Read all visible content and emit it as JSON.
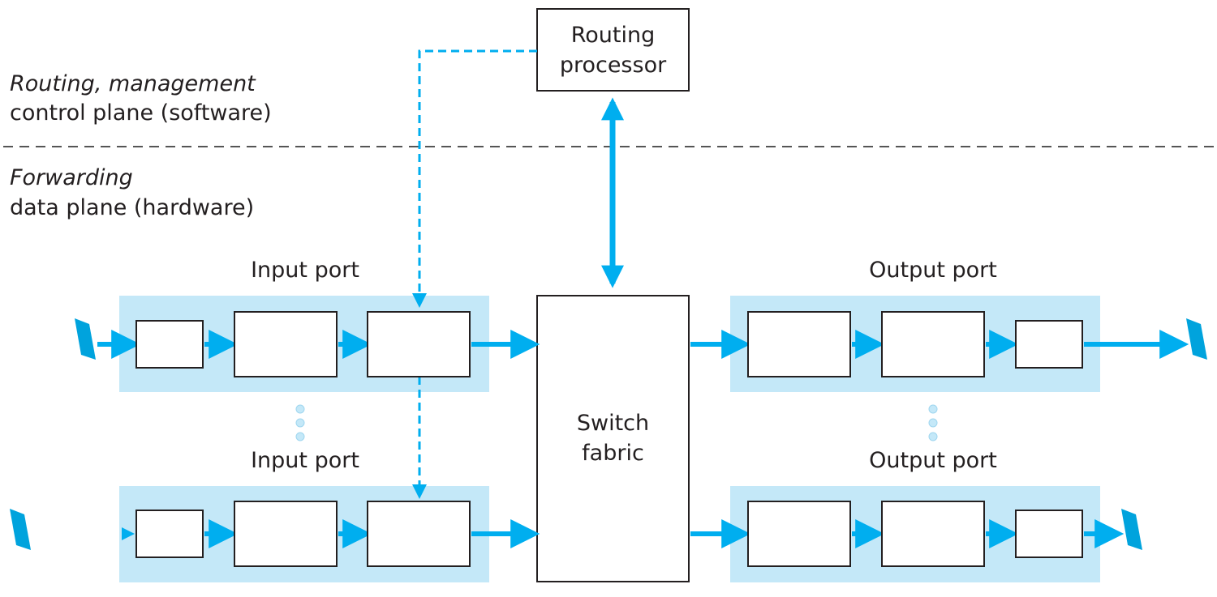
{
  "control_plane": {
    "title": "Routing, management",
    "subtitle": "control plane (software)"
  },
  "data_plane": {
    "title": "Forwarding",
    "subtitle": "data plane (hardware)"
  },
  "routing_processor": {
    "line1": "Routing",
    "line2": "processor"
  },
  "switch_fabric": {
    "line1": "Switch",
    "line2": "fabric"
  },
  "input_ports": [
    {
      "label": "Input port"
    },
    {
      "label": "Input port"
    }
  ],
  "output_ports": [
    {
      "label": "Output port"
    },
    {
      "label": "Output port"
    }
  ],
  "colors": {
    "port_fill": "#c4e8f8",
    "arrow": "#00aeef",
    "line_end": "#00a3dd",
    "divider": "#555555",
    "box_stroke": "#231f20"
  }
}
